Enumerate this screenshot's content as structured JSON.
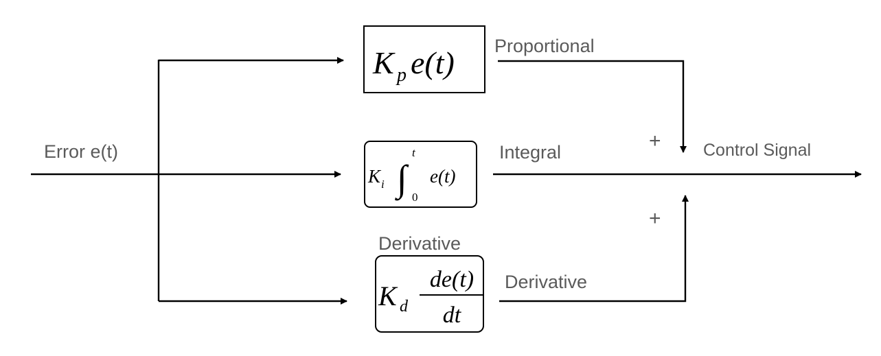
{
  "input_label": "Error e(t)",
  "output_label": "Control Signal",
  "branches": {
    "proportional": {
      "label": "Proportional",
      "gain": "K",
      "gain_subscript": "p",
      "signal": "e(t)"
    },
    "integral": {
      "label": "Integral",
      "gain": "K",
      "gain_subscript": "i",
      "integral_sign": "∫",
      "upper_limit": "t",
      "lower_limit": "0",
      "signal": "e(t)"
    },
    "derivative": {
      "label": "Derivative",
      "heading": "Derivative",
      "gain": "K",
      "gain_subscript": "d",
      "numerator": "de(t)",
      "denominator": "dt"
    }
  },
  "summing_signs": {
    "top": "+",
    "bottom": "+"
  }
}
